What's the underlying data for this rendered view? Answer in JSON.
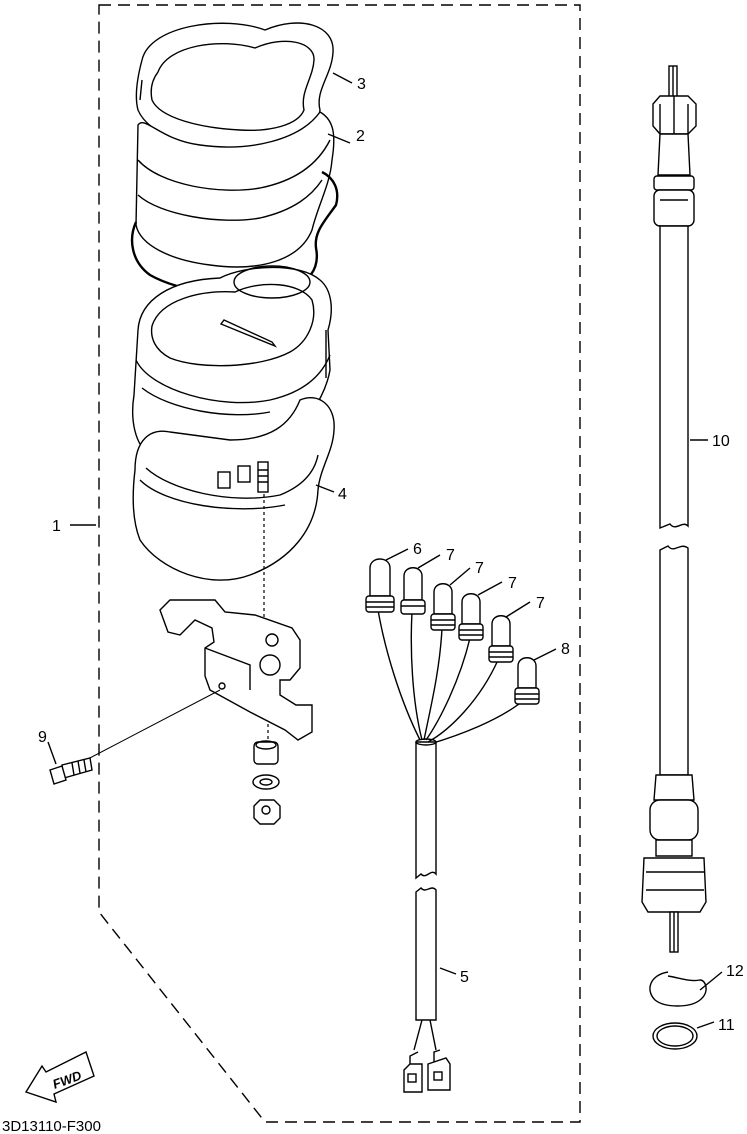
{
  "diagram_code": "3D13110-F300",
  "direction_label": "FWD",
  "callouts": [
    {
      "id": "c1",
      "text": "1"
    },
    {
      "id": "c2",
      "text": "2"
    },
    {
      "id": "c3",
      "text": "3"
    },
    {
      "id": "c4",
      "text": "4"
    },
    {
      "id": "c5",
      "text": "5"
    },
    {
      "id": "c6",
      "text": "6"
    },
    {
      "id": "c7a",
      "text": "7"
    },
    {
      "id": "c7b",
      "text": "7"
    },
    {
      "id": "c7c",
      "text": "7"
    },
    {
      "id": "c7d",
      "text": "7"
    },
    {
      "id": "c8",
      "text": "8"
    },
    {
      "id": "c9",
      "text": "9"
    },
    {
      "id": "c10",
      "text": "10"
    },
    {
      "id": "c11",
      "text": "11"
    },
    {
      "id": "c12",
      "text": "12"
    }
  ]
}
